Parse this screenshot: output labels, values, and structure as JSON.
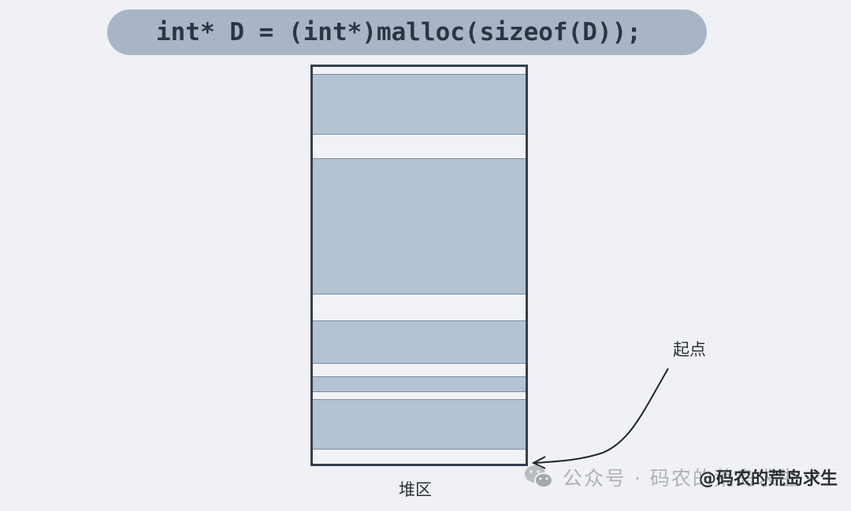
{
  "code": {
    "text": "int* D = (int*)malloc(sizeof(D));"
  },
  "heap": {
    "label": "堆区",
    "blocks": [
      {
        "kind": "allocated"
      },
      {
        "kind": "free"
      },
      {
        "kind": "allocated"
      },
      {
        "kind": "free"
      },
      {
        "kind": "allocated"
      },
      {
        "kind": "free"
      },
      {
        "kind": "allocated"
      },
      {
        "kind": "free"
      },
      {
        "kind": "allocated"
      },
      {
        "kind": "free"
      }
    ]
  },
  "annotation": {
    "label": "起点"
  },
  "watermark": {
    "faded": "公众号 · 码农的荒岛求生",
    "handle": "@码农的荒岛求生",
    "icon": "wechat-icon"
  },
  "colors": {
    "background": "#f0f1f5",
    "pill": "#a9b5c7",
    "allocated": "#b2c3d6",
    "border": "#353e4c"
  }
}
